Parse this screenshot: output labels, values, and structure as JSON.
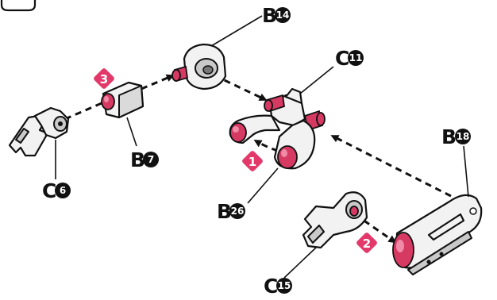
{
  "labels": {
    "b14": {
      "letter": "B",
      "num": "14"
    },
    "c11": {
      "letter": "C",
      "num": "11"
    },
    "b7": {
      "letter": "B",
      "num": "7"
    },
    "c6": {
      "letter": "C",
      "num": "6"
    },
    "b18": {
      "letter": "B",
      "num": "18"
    },
    "b26": {
      "letter": "B",
      "num": "26"
    },
    "c15": {
      "letter": "C",
      "num": "15"
    }
  },
  "steps": {
    "s1": "1",
    "s2": "2",
    "s3": "3"
  },
  "colors": {
    "step_badge": "#e2396a",
    "peg": "#d63a63",
    "part_body": "#f2f2f2",
    "outline": "#111111"
  }
}
